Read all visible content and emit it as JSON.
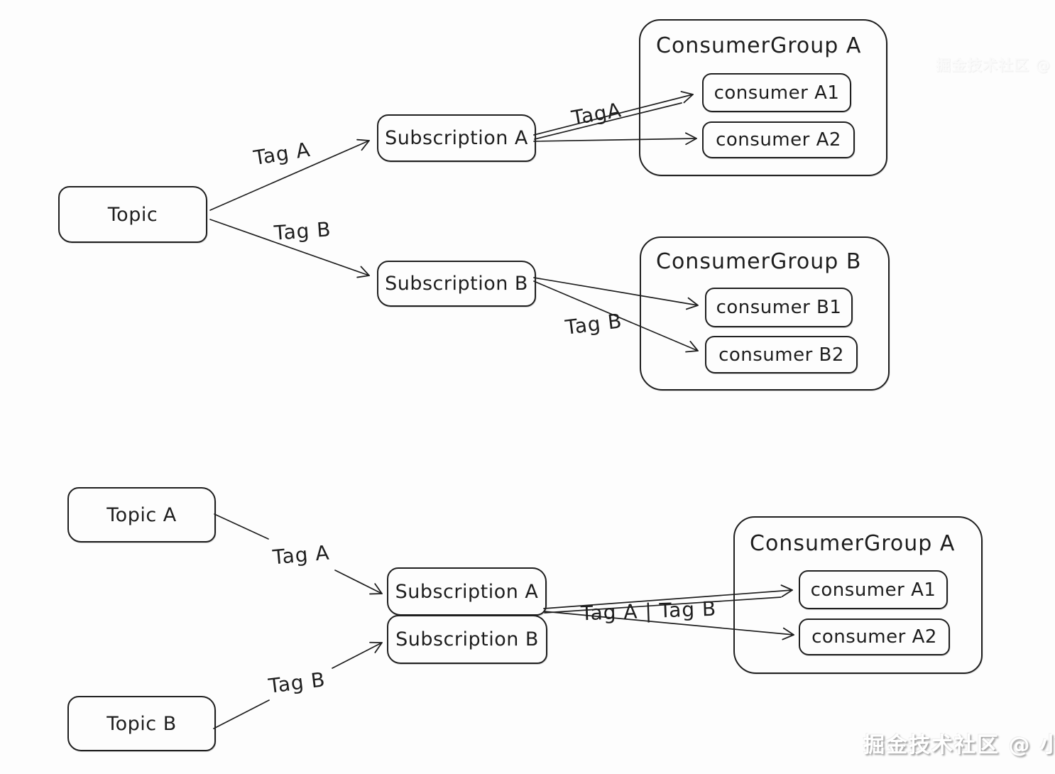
{
  "colors": {
    "ink": "#1e1e1e",
    "background": "#fdfdfd"
  },
  "diagram_top": {
    "topic": {
      "label": "Topic"
    },
    "subscription_a": {
      "label": "Subscription A"
    },
    "subscription_b": {
      "label": "Subscription B"
    },
    "consumer_group_a": {
      "title": "ConsumerGroup A",
      "consumers": [
        "consumer A1",
        "consumer A2"
      ]
    },
    "consumer_group_b": {
      "title": "ConsumerGroup B",
      "consumers": [
        "consumer B1",
        "consumer B2"
      ]
    },
    "edge_labels": {
      "topic_to_sub_a": "Tag A",
      "topic_to_sub_b": "Tag B",
      "sub_a_to_group": "TagA",
      "sub_b_to_group": "Tag B"
    }
  },
  "diagram_bottom": {
    "topic_a": {
      "label": "Topic A"
    },
    "topic_b": {
      "label": "Topic B"
    },
    "subscription_a": {
      "label": "Subscription A"
    },
    "subscription_b": {
      "label": "Subscription B"
    },
    "consumer_group_a": {
      "title": "ConsumerGroup A",
      "consumers": [
        "consumer A1",
        "consumer A2"
      ]
    },
    "edge_labels": {
      "topic_a_to_sub_a": "Tag A",
      "topic_b_to_sub_b": "Tag B",
      "sub_to_group": "Tag A | Tag B"
    }
  },
  "watermark": {
    "text": "掘金技术社区 @ 小宾"
  }
}
